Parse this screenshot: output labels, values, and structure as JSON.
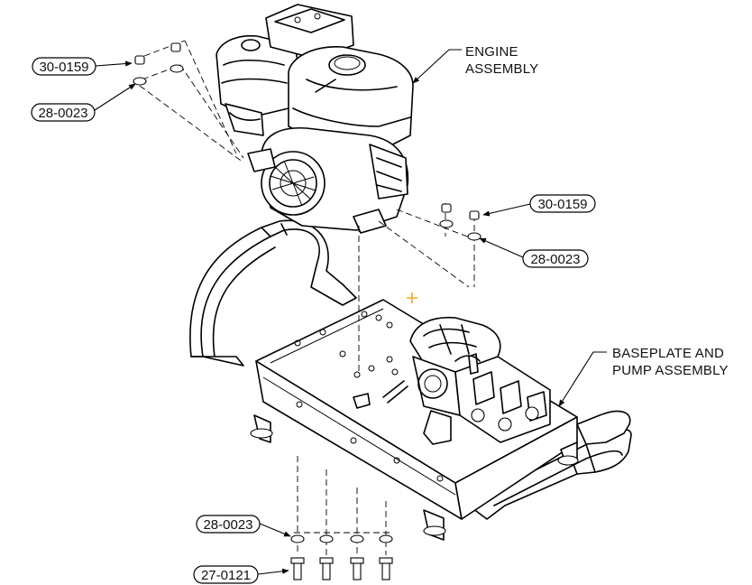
{
  "callouts": {
    "engine_nut": "30-0159",
    "engine_washer": "28-0023",
    "right_nut": "30-0159",
    "right_washer": "28-0023",
    "bottom_washer": "28-0023",
    "bottom_bolt": "27-0121"
  },
  "labels": {
    "engine_line1": "ENGINE",
    "engine_line2": "ASSEMBLY",
    "base_line1": "BASEPLATE AND",
    "base_line2": "PUMP ASSEMBLY"
  },
  "colors": {
    "cursor": "#f5a623"
  }
}
